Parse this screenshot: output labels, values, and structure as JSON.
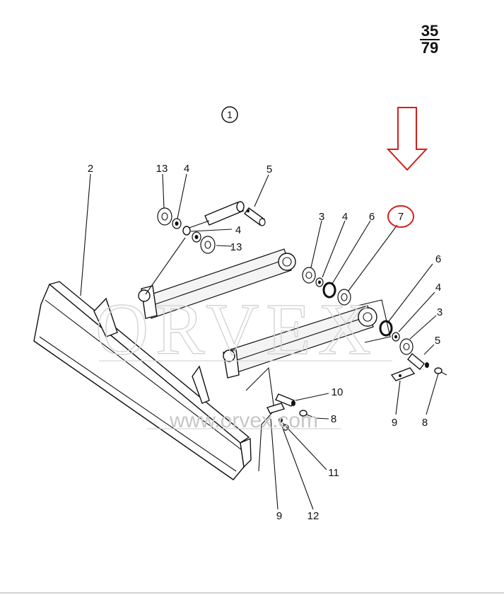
{
  "page_ref": {
    "numerator": "35",
    "denominator": "79"
  },
  "assembly_number": "1",
  "highlighted_part": "7",
  "highlight_color": "#d0201c",
  "arrow_icon": "down-arrow-icon",
  "watermark": {
    "brand": "ORVEX",
    "url": "www.orvex.com"
  },
  "part_labels": {
    "l2": "2",
    "l13a": "13",
    "l4a": "4",
    "l5a": "5",
    "l4b": "4",
    "l13b": "13",
    "l3a": "3",
    "l4c": "4",
    "l6a": "6",
    "l7": "7",
    "l6b": "6",
    "l4d": "4",
    "l3b": "3",
    "l5b": "5",
    "l9a": "9",
    "l8a": "8",
    "l10": "10",
    "l8b": "8",
    "l11": "11",
    "l9b": "9",
    "l12": "12"
  }
}
